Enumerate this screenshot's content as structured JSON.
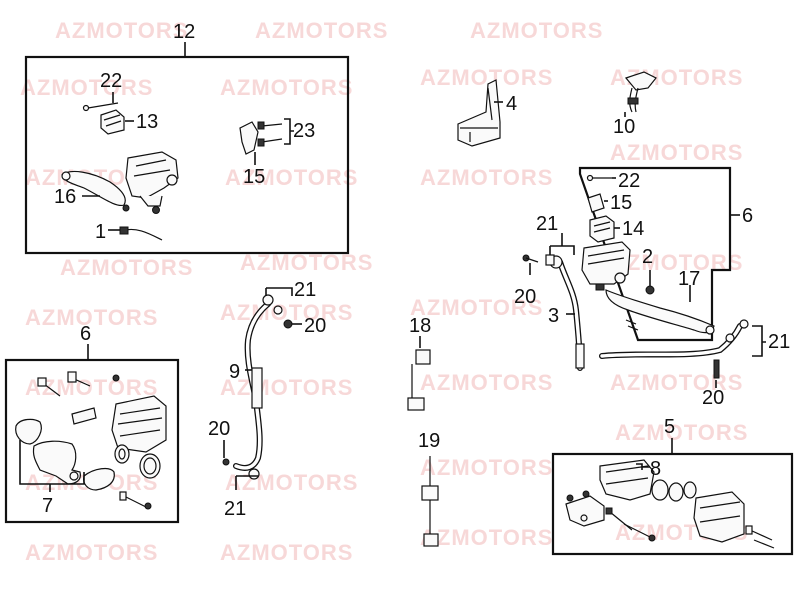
{
  "watermark": "AZMOTORS",
  "callouts": {
    "c12": "12",
    "c22a": "22",
    "c13": "13",
    "c23": "23",
    "c16": "16",
    "c15a": "15",
    "c1": "1",
    "c4": "4",
    "c10": "10",
    "c22b": "22",
    "c15b": "15",
    "c14": "14",
    "c6a": "6",
    "c21a": "21",
    "c2": "2",
    "c17": "17",
    "c20a": "20",
    "c3": "3",
    "c21b": "21",
    "c20b": "20",
    "c18": "18",
    "c21c": "21",
    "c20c": "20",
    "c9": "9",
    "c6b": "6",
    "c7": "7",
    "c20d": "20",
    "c21d": "21",
    "c19": "19",
    "c5": "5",
    "c8": "8"
  },
  "colors": {
    "line": "#111111",
    "watermark": "#f2b9b9",
    "background": "#ffffff"
  }
}
